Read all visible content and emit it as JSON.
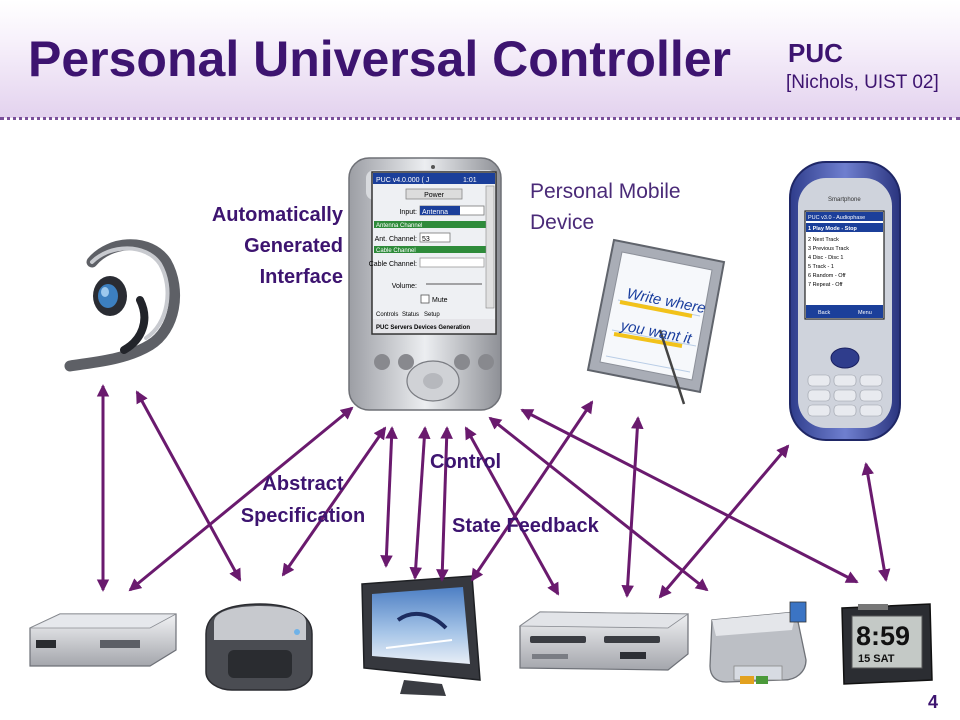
{
  "slide": {
    "title": "Personal Universal Controller",
    "tag": "PUC",
    "citation": "[Nichols, UIST 02]",
    "page_number": "4"
  },
  "labels": {
    "auto_interface_line1": "Automatically",
    "auto_interface_line2": "Generated",
    "auto_interface_line3": "Interface",
    "mobile_device_line1": "Personal Mobile",
    "mobile_device_line2": "Device",
    "abstract_spec_line1": "Abstract",
    "abstract_spec_line2": "Specification",
    "control": "Control",
    "state_feedback": "State Feedback"
  },
  "pda_screen": {
    "title_bar": "PUC v4.0.000 ( J",
    "time": "1:01",
    "power_button": "Power",
    "input_label": "Input:",
    "input_value": "Antenna",
    "antenna_section": "Antenna Channel",
    "ant_channel_label": "Ant. Channel:",
    "ant_channel_value": "53",
    "cable_section": "Cable Channel",
    "cable_channel_label": "Cable Channel:",
    "volume_label": "Volume:",
    "mute_label": "Mute",
    "tabs": [
      "Controls",
      "Status",
      "Setup"
    ],
    "bottom_bar": "PUC Servers Devices Generation"
  },
  "phone_screen": {
    "title": "PUC v3.0 - Audiophase",
    "items": [
      "1 Play Mode - Stop",
      "2 Next Track",
      "3 Previous Track",
      "4 Disc - Disc 1",
      "5 Track - 1",
      "6 Random - Off",
      "7 Repeat - Off"
    ],
    "soft_left": "Back",
    "soft_right": "Menu",
    "brand": "Smartphone"
  },
  "tablet_screen": {
    "line1": "Write where",
    "line2": "you want it"
  },
  "clock_display": {
    "time": "8:59",
    "date": "15 SAT"
  },
  "colors": {
    "title": "#3d1470",
    "arrow": "#6a1a6e",
    "header_fade": "#e3d2ee"
  }
}
